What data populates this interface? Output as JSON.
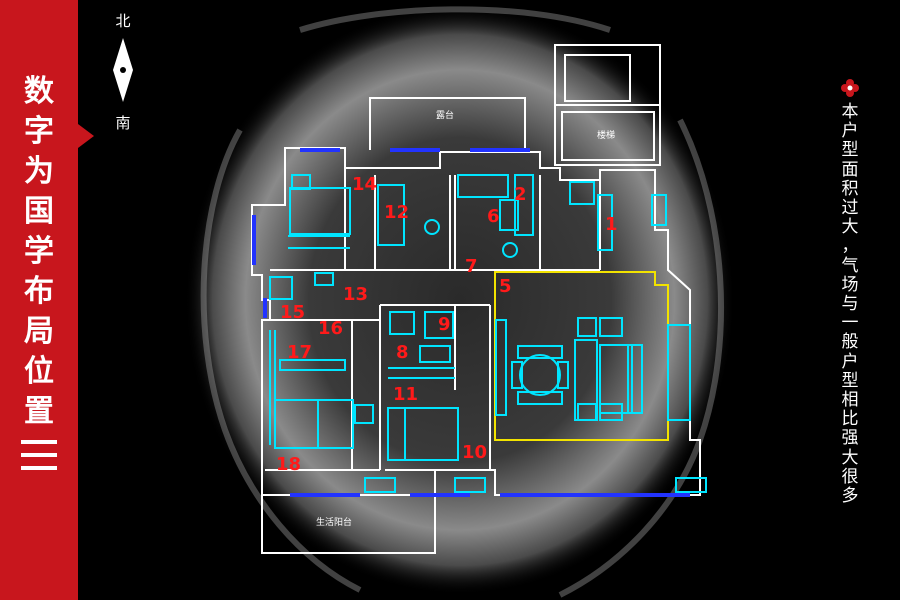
{
  "left_title": {
    "chars": [
      "数",
      "字",
      "为",
      "国",
      "学",
      "布",
      "局",
      "位",
      "置"
    ],
    "numeral": "三"
  },
  "compass": {
    "north": "北",
    "south": "南"
  },
  "plan": {
    "labels": {
      "balcony_top": "露台",
      "stair_room": "楼梯",
      "balcony_bottom": "生活阳台"
    },
    "room_numbers": [
      "1",
      "2",
      "5",
      "6",
      "7",
      "8",
      "9",
      "10",
      "11",
      "12",
      "13",
      "14",
      "15",
      "16",
      "17",
      "18"
    ]
  },
  "right_note": {
    "chars": [
      "本",
      "户",
      "型",
      "面",
      "积",
      "过",
      "大",
      "，",
      "气",
      "场",
      "与",
      "一",
      "般",
      "户",
      "型",
      "相",
      "比",
      "强",
      "大",
      "很",
      "多"
    ]
  },
  "colors": {
    "brand_red": "#c8161d",
    "room_number": "#ff1a1a",
    "wall": "#ffffff",
    "furniture": "#00e5ff",
    "window": "#2233ff",
    "living_outline": "#f2e300"
  }
}
